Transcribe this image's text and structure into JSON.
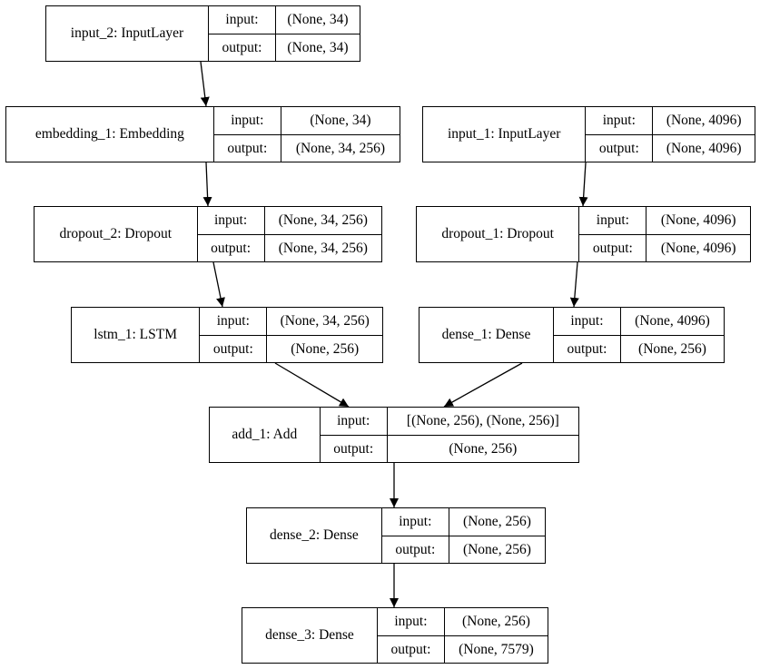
{
  "labels": {
    "input": "input:",
    "output": "output:"
  },
  "nodes": [
    {
      "id": "input_2",
      "name": "input_2: InputLayer",
      "input": "(None, 34)",
      "output": "(None, 34)"
    },
    {
      "id": "embedding_1",
      "name": "embedding_1: Embedding",
      "input": "(None, 34)",
      "output": "(None, 34, 256)"
    },
    {
      "id": "input_1",
      "name": "input_1: InputLayer",
      "input": "(None, 4096)",
      "output": "(None, 4096)"
    },
    {
      "id": "dropout_2",
      "name": "dropout_2: Dropout",
      "input": "(None, 34, 256)",
      "output": "(None, 34, 256)"
    },
    {
      "id": "dropout_1",
      "name": "dropout_1: Dropout",
      "input": "(None, 4096)",
      "output": "(None, 4096)"
    },
    {
      "id": "lstm_1",
      "name": "lstm_1: LSTM",
      "input": "(None, 34, 256)",
      "output": "(None, 256)"
    },
    {
      "id": "dense_1",
      "name": "dense_1: Dense",
      "input": "(None, 4096)",
      "output": "(None, 256)"
    },
    {
      "id": "add_1",
      "name": "add_1: Add",
      "input": "[(None, 256), (None, 256)]",
      "output": "(None, 256)"
    },
    {
      "id": "dense_2",
      "name": "dense_2: Dense",
      "input": "(None, 256)",
      "output": "(None, 256)"
    },
    {
      "id": "dense_3",
      "name": "dense_3: Dense",
      "input": "(None, 256)",
      "output": "(None, 7579)"
    }
  ],
  "edges": [
    {
      "from": "input_2",
      "to": "embedding_1"
    },
    {
      "from": "embedding_1",
      "to": "dropout_2"
    },
    {
      "from": "dropout_2",
      "to": "lstm_1"
    },
    {
      "from": "input_1",
      "to": "dropout_1"
    },
    {
      "from": "dropout_1",
      "to": "dense_1"
    },
    {
      "from": "lstm_1",
      "to": "add_1"
    },
    {
      "from": "dense_1",
      "to": "add_1"
    },
    {
      "from": "add_1",
      "to": "dense_2"
    },
    {
      "from": "dense_2",
      "to": "dense_3"
    }
  ]
}
